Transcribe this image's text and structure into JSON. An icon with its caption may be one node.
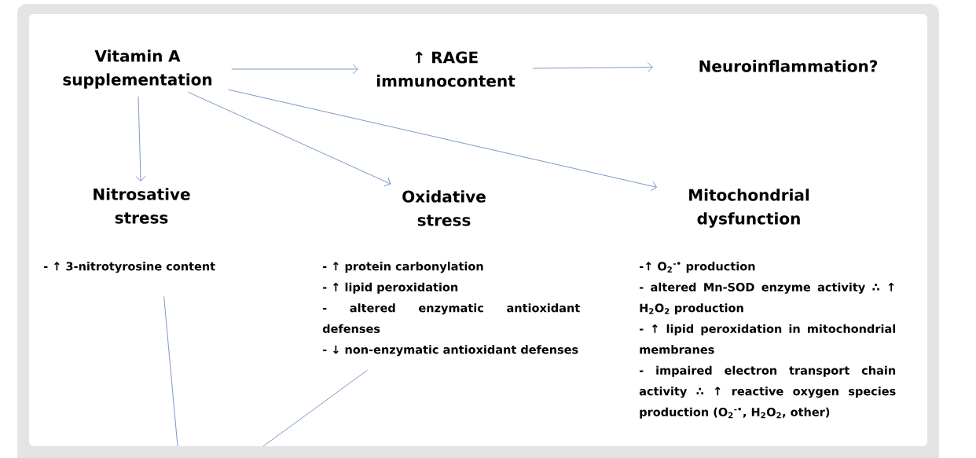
{
  "diagram": {
    "nodes": [
      {
        "text": [
          "Vitamin A supplementation"
        ]
      },
      {
        "text": [
          "↑ RAGE immunocontent"
        ]
      },
      {
        "text": [
          "Neuroinflammation?"
        ]
      },
      {
        "text": [
          "Nitrosative stress"
        ]
      },
      {
        "text": [
          "Oxidative stress"
        ]
      },
      {
        "text": [
          "Mitochondrial dysfunction"
        ]
      },
      {
        "text": [
          "- ↑ 3-nitrotyrosine content"
        ]
      },
      {
        "text": [
          "- ↑ protein carbonylation",
          "- ↑ lipid peroxidation",
          "- altered enzymatic antioxidant defenses",
          "- ↓ non-enzymatic antioxidant defenses"
        ]
      }
    ],
    "edges": [
      {
        "from": 0,
        "to": 1,
        "arrow": "to"
      },
      {
        "from": 1,
        "to": 2,
        "arrow": "to"
      },
      {
        "from": 0,
        "to": 3,
        "arrow": "to"
      },
      {
        "from": 0,
        "to": 4,
        "arrow": "to"
      },
      {
        "from": 0,
        "to": 5,
        "arrow": "to"
      },
      {
        "from": 6,
        "to": null,
        "arrow": "none"
      },
      {
        "from": 7,
        "to": null,
        "arrow": "none"
      }
    ],
    "labels": [
      "-↑ O$_{2}$$^{-•}$ production",
      "- altered Mn-SOD enzyme activity ∴ ↑ H$_{2}$O$_{2}$ production",
      "- ↑ lipid peroxidation in mitochondrial membranes",
      "- impaired electron transport chain activity ∴ ↑ reactive oxygen species production (O$_{2}$$^{-•}$, H$_{2}$O$_{2}$, other)"
    ]
  }
}
